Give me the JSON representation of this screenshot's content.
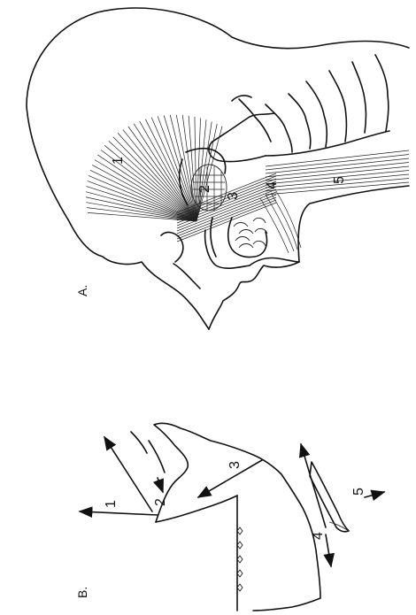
{
  "figure": {
    "panel_a": {
      "label": "A.",
      "muscles": [
        {
          "id": "1",
          "label": "1"
        },
        {
          "id": "2",
          "label": "2"
        },
        {
          "id": "3",
          "label": "3"
        },
        {
          "id": "4",
          "label": "4"
        },
        {
          "id": "5",
          "label": "5"
        }
      ]
    },
    "panel_b": {
      "label": "B.",
      "vectors": [
        {
          "id": "1",
          "label": "1"
        },
        {
          "id": "2",
          "label": "2"
        },
        {
          "id": "3",
          "label": "3"
        },
        {
          "id": "4",
          "label": "4"
        },
        {
          "id": "5",
          "label": "5"
        }
      ]
    }
  }
}
